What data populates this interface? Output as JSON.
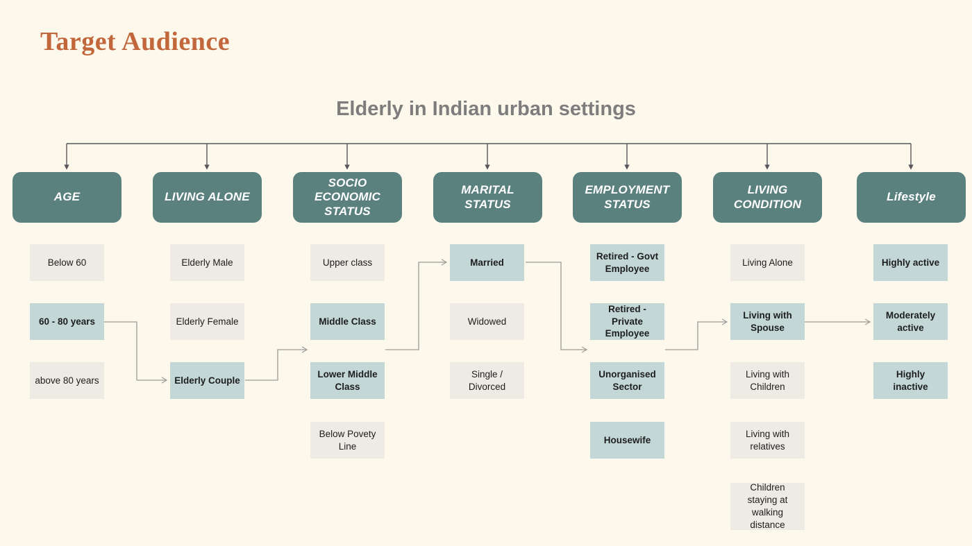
{
  "page": {
    "title": "Target Audience",
    "subtitle": "Elderly in Indian urban settings",
    "background_color": "#fdf8ec",
    "title_color": "#c2673c",
    "subtitle_color": "#7d7d7d"
  },
  "theme": {
    "header_color": "#5b817f",
    "header_text_color": "#ffffff",
    "cell_plain_color": "#eeeae4",
    "cell_highlight_color": "#c3d8d6",
    "connector_color": "#9a9a96",
    "root_connector_color": "#55555a"
  },
  "columns": [
    {
      "header": "AGE",
      "cells": [
        {
          "label": "Below 60",
          "highlight": false
        },
        {
          "label": "60 - 80 years",
          "highlight": true
        },
        {
          "label": "above 80 years",
          "highlight": false
        }
      ]
    },
    {
      "header": "LIVING ALONE",
      "cells": [
        {
          "label": "Elderly Male",
          "highlight": false
        },
        {
          "label": "Elderly Female",
          "highlight": false
        },
        {
          "label": "Elderly Couple",
          "highlight": true
        }
      ]
    },
    {
      "header": "SOCIO ECONOMIC STATUS",
      "cells": [
        {
          "label": "Upper class",
          "highlight": false
        },
        {
          "label": "Middle Class",
          "highlight": true
        },
        {
          "label": "Lower Middle Class",
          "highlight": true
        },
        {
          "label": "Below Povety Line",
          "highlight": false
        }
      ]
    },
    {
      "header": "MARITAL STATUS",
      "cells": [
        {
          "label": "Married",
          "highlight": true
        },
        {
          "label": "Widowed",
          "highlight": false
        },
        {
          "label": "Single / Divorced",
          "highlight": false
        }
      ]
    },
    {
      "header": "EMPLOYMENT STATUS",
      "cells": [
        {
          "label": "Retired - Govt Employee",
          "highlight": true
        },
        {
          "label": "Retired - Private Employee",
          "highlight": true
        },
        {
          "label": "Unorganised Sector",
          "highlight": true
        },
        {
          "label": "Housewife",
          "highlight": true
        }
      ]
    },
    {
      "header": "LIVING CONDITION",
      "cells": [
        {
          "label": "Living Alone",
          "highlight": false
        },
        {
          "label": "Living with Spouse",
          "highlight": true
        },
        {
          "label": "Living with Children",
          "highlight": false
        },
        {
          "label": "Living with relatives",
          "highlight": false
        },
        {
          "label": "Children staying at walking distance",
          "highlight": false
        }
      ]
    },
    {
      "header": "Lifestyle",
      "cells": [
        {
          "label": "Highly active",
          "highlight": true
        },
        {
          "label": "Moderately active",
          "highlight": true
        },
        {
          "label": "Highly inactive",
          "highlight": true
        }
      ]
    }
  ]
}
